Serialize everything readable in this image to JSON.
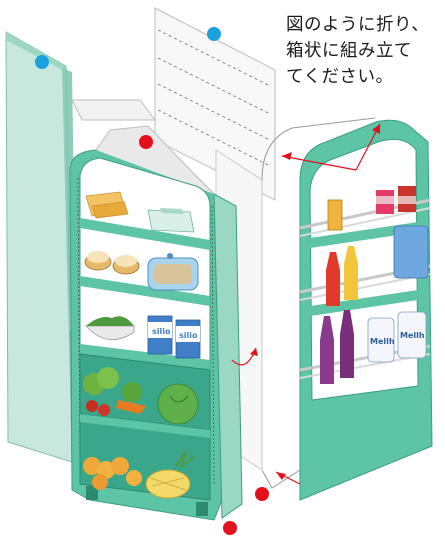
{
  "instruction": {
    "lines": [
      "図のように折り、",
      "箱状に組み立て",
      "てください。"
    ]
  },
  "colors": {
    "panel_green": "#5dc4a6",
    "panel_light": "#c9e8dd",
    "fold_dot_blue": "#1ba0e0",
    "fold_dot_red": "#e3101b",
    "arrow_red": "#e3101b",
    "interior": "#ffffff",
    "dashed_line": "#6b6b6b"
  },
  "labels": {
    "milk_box_left": "silio",
    "milk_box_right": "silio",
    "bottle_left": "Mellh",
    "bottle_right": "Mellh"
  }
}
